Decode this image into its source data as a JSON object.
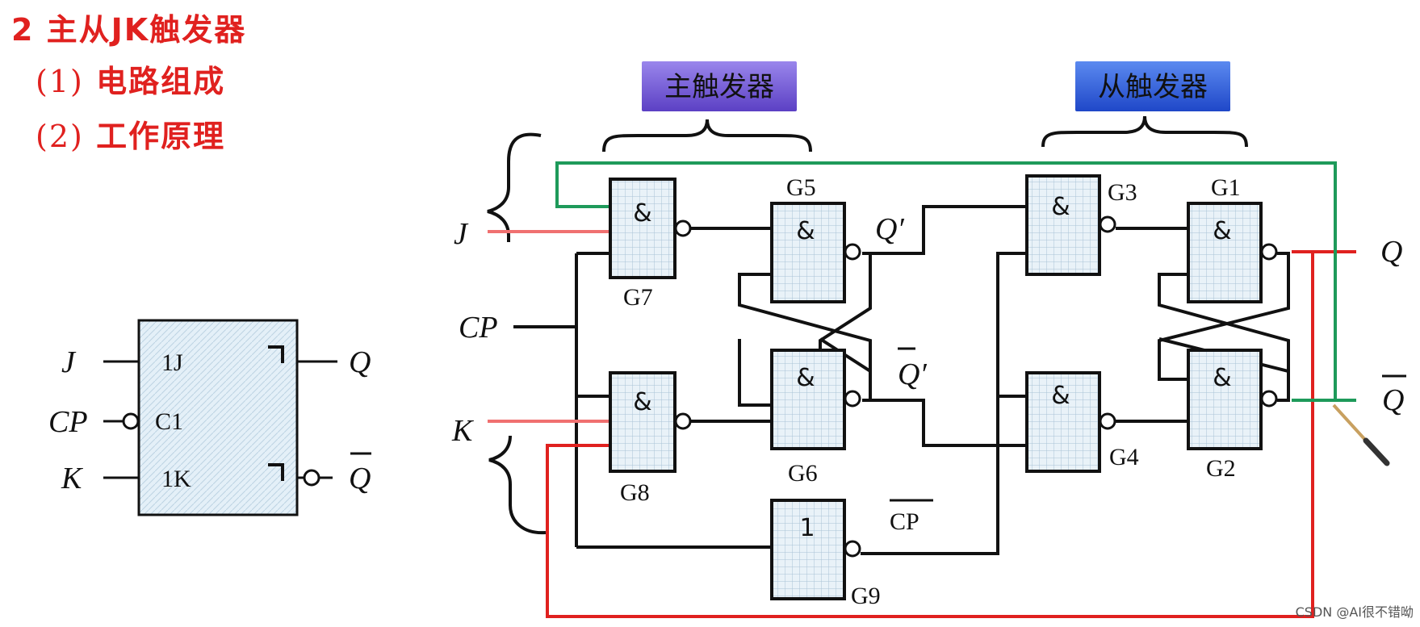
{
  "headings": {
    "title": "2 主从JK触发器",
    "item1_num": "(1)",
    "item1_text": "电路组成",
    "item2_num": "(2)",
    "item2_text": "工作原理"
  },
  "symbol": {
    "pin_j": "J",
    "pin_cp": "CP",
    "pin_k": "K",
    "pin_q": "Q",
    "pin_qbar": "Q",
    "in_1j": "1J",
    "in_c1": "C1",
    "in_1k": "1K"
  },
  "circuit": {
    "master_label": "主触发器",
    "slave_label": "从触发器",
    "gate_and": "&",
    "gate_not": "1",
    "gates": {
      "g1": "G1",
      "g2": "G2",
      "g3": "G3",
      "g4": "G4",
      "g5": "G5",
      "g6": "G6",
      "g7": "G7",
      "g8": "G8",
      "g9": "G9"
    },
    "inputs": {
      "j": "J",
      "cp": "CP",
      "k": "K"
    },
    "outputs": {
      "q": "Q",
      "qbar": "Q"
    },
    "internal": {
      "qprime": "Q′",
      "qprimebar": "Q′",
      "cpbar": "CP"
    }
  },
  "colors": {
    "heading": "#e0211f",
    "wire": "#111111",
    "red_wire": "#e0211f",
    "pink_wire": "#f07070",
    "green_wire": "#1e9a5a",
    "master_box": "#7a5fd6",
    "slave_box": "#2d5fe0"
  },
  "watermark": "CSDN @AI很不错呦"
}
